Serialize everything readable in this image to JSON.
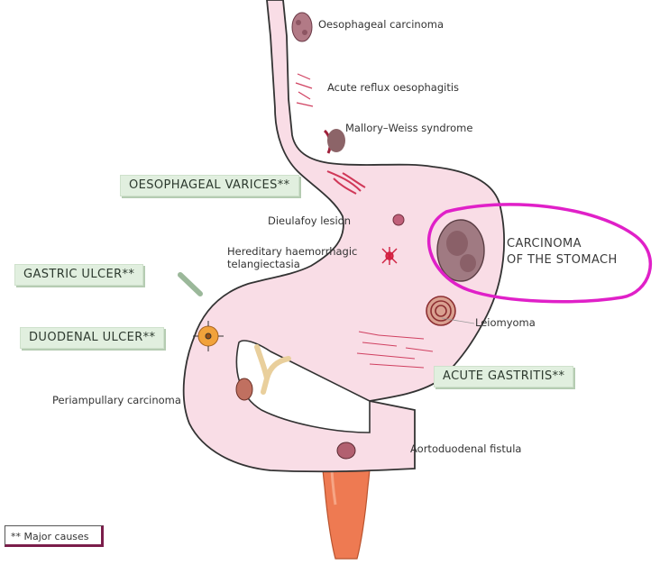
{
  "labels": {
    "oesophageal_carcinoma": "Oesophageal carcinoma",
    "acute_reflux": "Acute reflux oesophagitis",
    "mallory_weiss": "Mallory–Weiss syndrome",
    "dieulafoy": "Dieulafoy  lesion",
    "hht_line1": "Hereditary haemorrhagic",
    "hht_line2": "telangiectasia",
    "leiomyoma": "Leiomyoma",
    "periampullary": "Periampullary  carcinoma",
    "aortoduodenal": "Aortoduodenal fistula"
  },
  "boxes": {
    "oesophageal_varices": "OESOPHAGEAL VARICES**",
    "gastric_ulcer": "GASTRIC ULCER**",
    "duodenal_ulcer": "DUODENAL ULCER**",
    "acute_gastritis": "ACUTE GASTRITIS**"
  },
  "highlight": {
    "line1": "CARCINOMA",
    "line2": "OF THE STOMACH",
    "ring_color": "#e020c8"
  },
  "legend": {
    "text": "** Major causes"
  },
  "colors": {
    "stomach_fill": "#f9dde6",
    "outline": "#333333",
    "box_fill": "#e1efdf",
    "aorta": "#ee7a52",
    "lesion": "#c0607a"
  }
}
